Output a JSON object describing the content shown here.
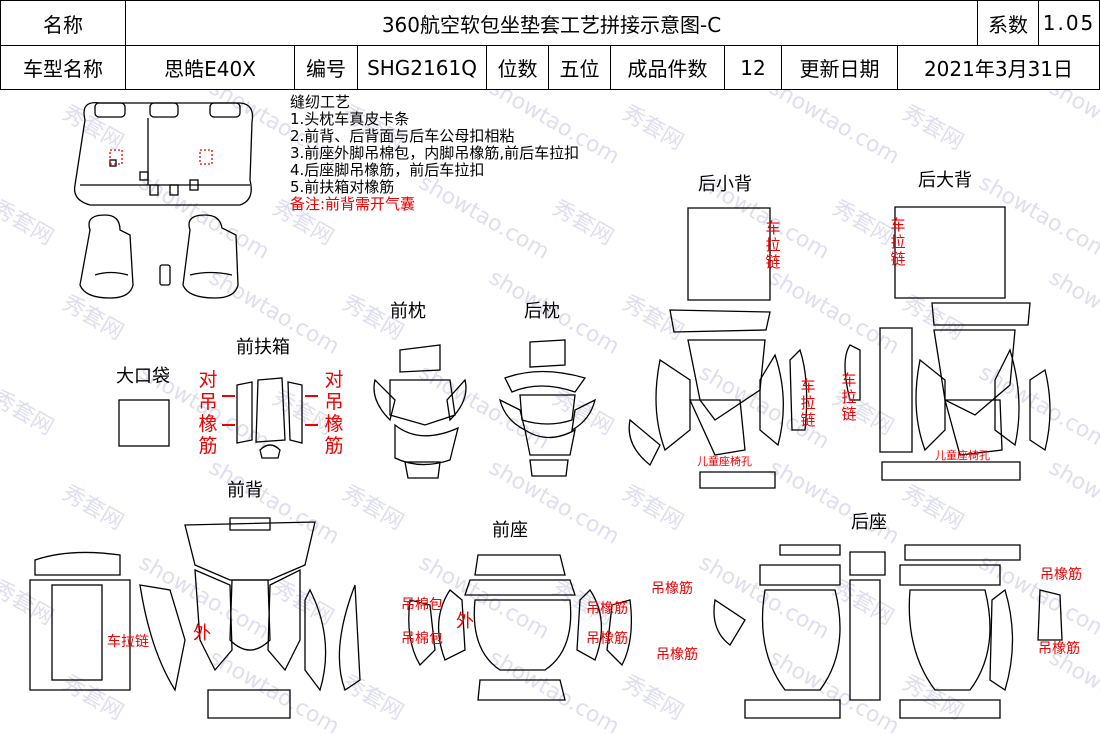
{
  "header": {
    "name_label": "名称",
    "title": "360航空软包坐垫套工艺拼接示意图-C",
    "coef_label": "系数",
    "coef_value": "1.05",
    "model_label": "车型名称",
    "model_value": "思皓E40X",
    "code_label": "编号",
    "code_value": "SHG2161Q",
    "seats_label": "位数",
    "seats_value": "五位",
    "pieces_label": "成品件数",
    "pieces_value": "12",
    "date_label": "更新日期",
    "date_value": "2021年3月31日"
  },
  "notes": {
    "title": "缝纫工艺",
    "items": [
      "1.头枕车真皮卡条",
      "2.前背、后背面与后车公母扣相粘",
      "3.前座外脚吊棉包，内脚吊橡筋,前后车拉扣",
      "4.后座脚吊橡筋，前后车拉扣",
      "5.前扶箱对橡筋"
    ],
    "remark": "备注:前背需开气囊"
  },
  "labels": {
    "rear_small_back": "后小背",
    "rear_big_back": "后大背",
    "front_pillow": "前枕",
    "rear_pillow": "后枕",
    "front_armrest": "前扶箱",
    "big_pocket": "大口袋",
    "front_back": "前背",
    "front_seat": "前座",
    "rear_seat": "后座"
  },
  "annotations": {
    "dui_diao_xiang_jin": "对吊橡筋",
    "che_la_lian": "车拉链",
    "child_seat_hole": "儿童座椅孔",
    "wai": "外",
    "diao_mian_bao": "吊棉包",
    "diao_xiang_jin": "吊橡筋"
  },
  "watermark": {
    "brand": "秀套网",
    "site": "showtao.com"
  },
  "colors": {
    "annotation": "#e00000",
    "outline": "#000000",
    "watermark": "#b7b7dc"
  }
}
